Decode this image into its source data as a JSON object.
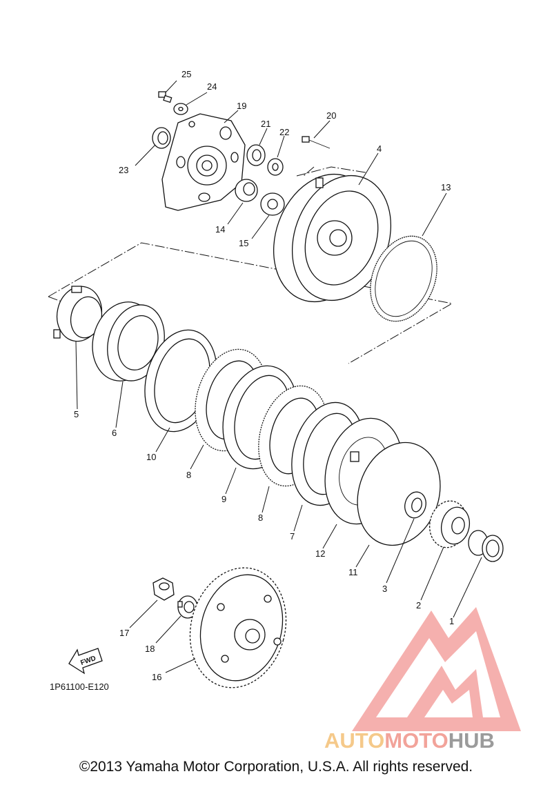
{
  "diagram": {
    "parts": [
      {
        "number": "1"
      },
      {
        "number": "2"
      },
      {
        "number": "3"
      },
      {
        "number": "4"
      },
      {
        "number": "5"
      },
      {
        "number": "6"
      },
      {
        "number": "7"
      },
      {
        "number": "8"
      },
      {
        "number": "8"
      },
      {
        "number": "9"
      },
      {
        "number": "10"
      },
      {
        "number": "11"
      },
      {
        "number": "12"
      },
      {
        "number": "13"
      },
      {
        "number": "14"
      },
      {
        "number": "15"
      },
      {
        "number": "16"
      },
      {
        "number": "17"
      },
      {
        "number": "18"
      },
      {
        "number": "19"
      },
      {
        "number": "20"
      },
      {
        "number": "21"
      },
      {
        "number": "22"
      },
      {
        "number": "23"
      },
      {
        "number": "24"
      },
      {
        "number": "25"
      }
    ],
    "fwd_label": "FWD",
    "diagram_code": "1P61100-E120"
  },
  "watermark": {
    "segments": [
      "AUTO",
      "MOTO",
      "HUB"
    ],
    "colors": {
      "auto": "#f5c98a",
      "moto": "#f2a39a",
      "hub": "#9b9b9b",
      "logo": "#f4a3a0"
    }
  },
  "footer": {
    "copyright": "©2013 Yamaha Motor Corporation, U.S.A. All rights reserved."
  }
}
